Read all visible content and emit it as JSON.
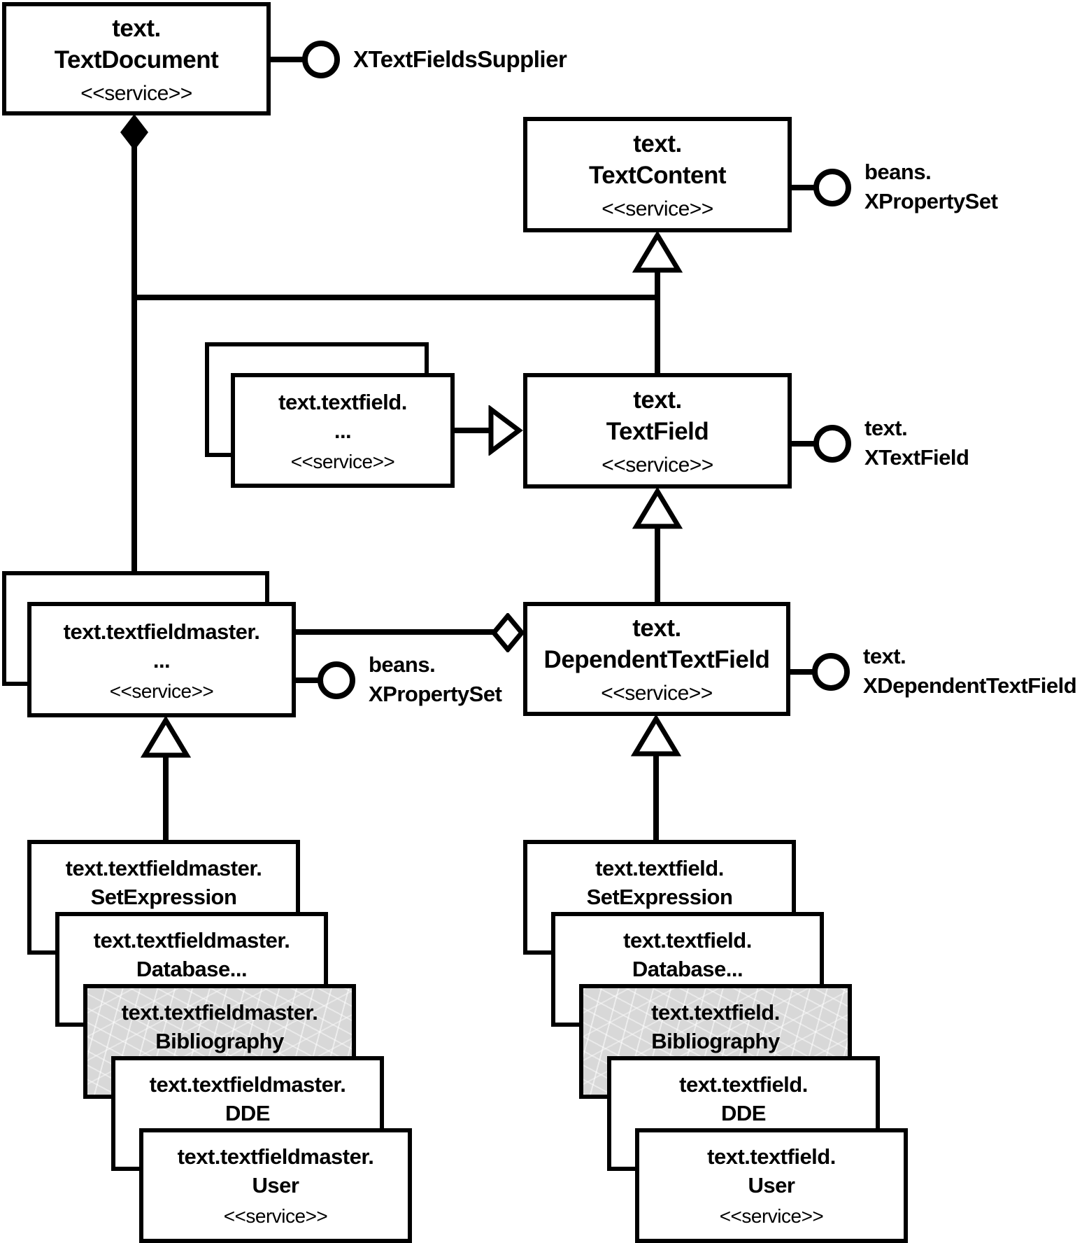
{
  "nodes": {
    "textDocument": {
      "line1": "text.",
      "line2": "TextDocument",
      "stereotype": "<<service>>"
    },
    "textContent": {
      "line1": "text.",
      "line2": "TextContent",
      "stereotype": "<<service>>"
    },
    "textfieldGroup": {
      "line1": "text.textfield.",
      "line2": "...",
      "stereotype": "<<service>>"
    },
    "textField": {
      "line1": "text.",
      "line2": "TextField",
      "stereotype": "<<service>>"
    },
    "textfieldmasterGroup": {
      "line1": "text.textfieldmaster.",
      "line2": "...",
      "stereotype": "<<service>>"
    },
    "dependentTextField": {
      "line1": "text.",
      "line2": "DependentTextField",
      "stereotype": "<<service>>"
    }
  },
  "interfaces": {
    "xTextFieldsSupplier": {
      "line1": "XTextFieldsSupplier",
      "line2": ""
    },
    "beansXPropertySetTop": {
      "line1": "beans.",
      "line2": "XPropertySet"
    },
    "textXTextField": {
      "line1": "text.",
      "line2": "XTextField"
    },
    "beansXPropertySetLeft": {
      "line1": "beans.",
      "line2": "XPropertySet"
    },
    "textXDependentTextField": {
      "line1": "text.",
      "line2": "XDependentTextField"
    }
  },
  "leftStack": [
    {
      "line1": "text.textfieldmaster.",
      "line2": "SetExpression",
      "stereotype": ""
    },
    {
      "line1": "text.textfieldmaster.",
      "line2": "Database...",
      "stereotype": ""
    },
    {
      "line1": "text.textfieldmaster.",
      "line2": "Bibliography",
      "stereotype": ""
    },
    {
      "line1": "text.textfieldmaster.",
      "line2": "DDE",
      "stereotype": ""
    },
    {
      "line1": "text.textfieldmaster.",
      "line2": "User",
      "stereotype": "<<service>>"
    }
  ],
  "rightStack": [
    {
      "line1": "text.textfield.",
      "line2": "SetExpression",
      "stereotype": ""
    },
    {
      "line1": "text.textfield.",
      "line2": "Database...",
      "stereotype": ""
    },
    {
      "line1": "text.textfield.",
      "line2": "Bibliography",
      "stereotype": ""
    },
    {
      "line1": "text.textfield.",
      "line2": "DDE",
      "stereotype": ""
    },
    {
      "line1": "text.textfield.",
      "line2": "User",
      "stereotype": "<<service>>"
    }
  ],
  "colors": {
    "line": "#000000",
    "boxFill": "#ffffff",
    "shadedFill": "#d8d8d8"
  }
}
